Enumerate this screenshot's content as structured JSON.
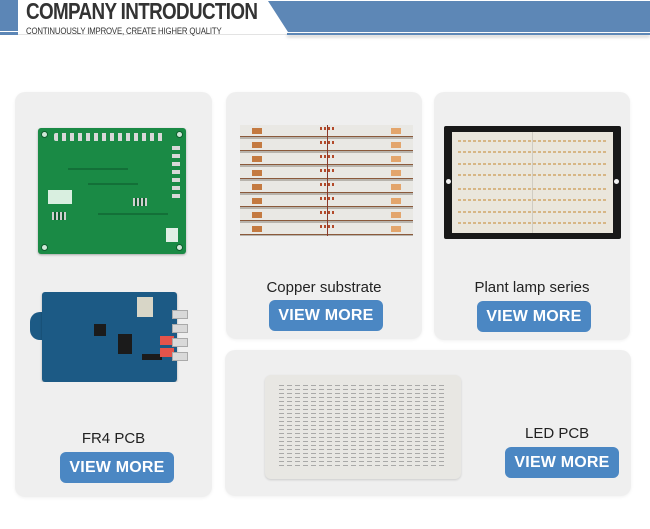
{
  "header": {
    "title": "COMPANY INTRODUCTION",
    "subtitle": "CONTINUOUSLY IMPROVE, CREATE HIGHER QUALITY",
    "accent_color": "#5d87b6"
  },
  "products": {
    "fr4": {
      "label": "FR4 PCB",
      "button": "VIEW MORE",
      "images": [
        "green-pcb-image",
        "blue-pcb-image"
      ]
    },
    "copper": {
      "label": "Copper substrate",
      "button": "VIEW MORE",
      "images": [
        "copper-strip-board-image"
      ]
    },
    "plant": {
      "label": "Plant lamp series",
      "button": "VIEW MORE",
      "images": [
        "plant-lamp-board-image"
      ]
    },
    "led": {
      "label": "LED PCB",
      "button": "VIEW MORE",
      "images": [
        "led-aluminum-board-image"
      ]
    }
  },
  "colors": {
    "button_bg": "#4b87c3",
    "button_text": "#ffffff",
    "card_bg": "#efefef"
  }
}
